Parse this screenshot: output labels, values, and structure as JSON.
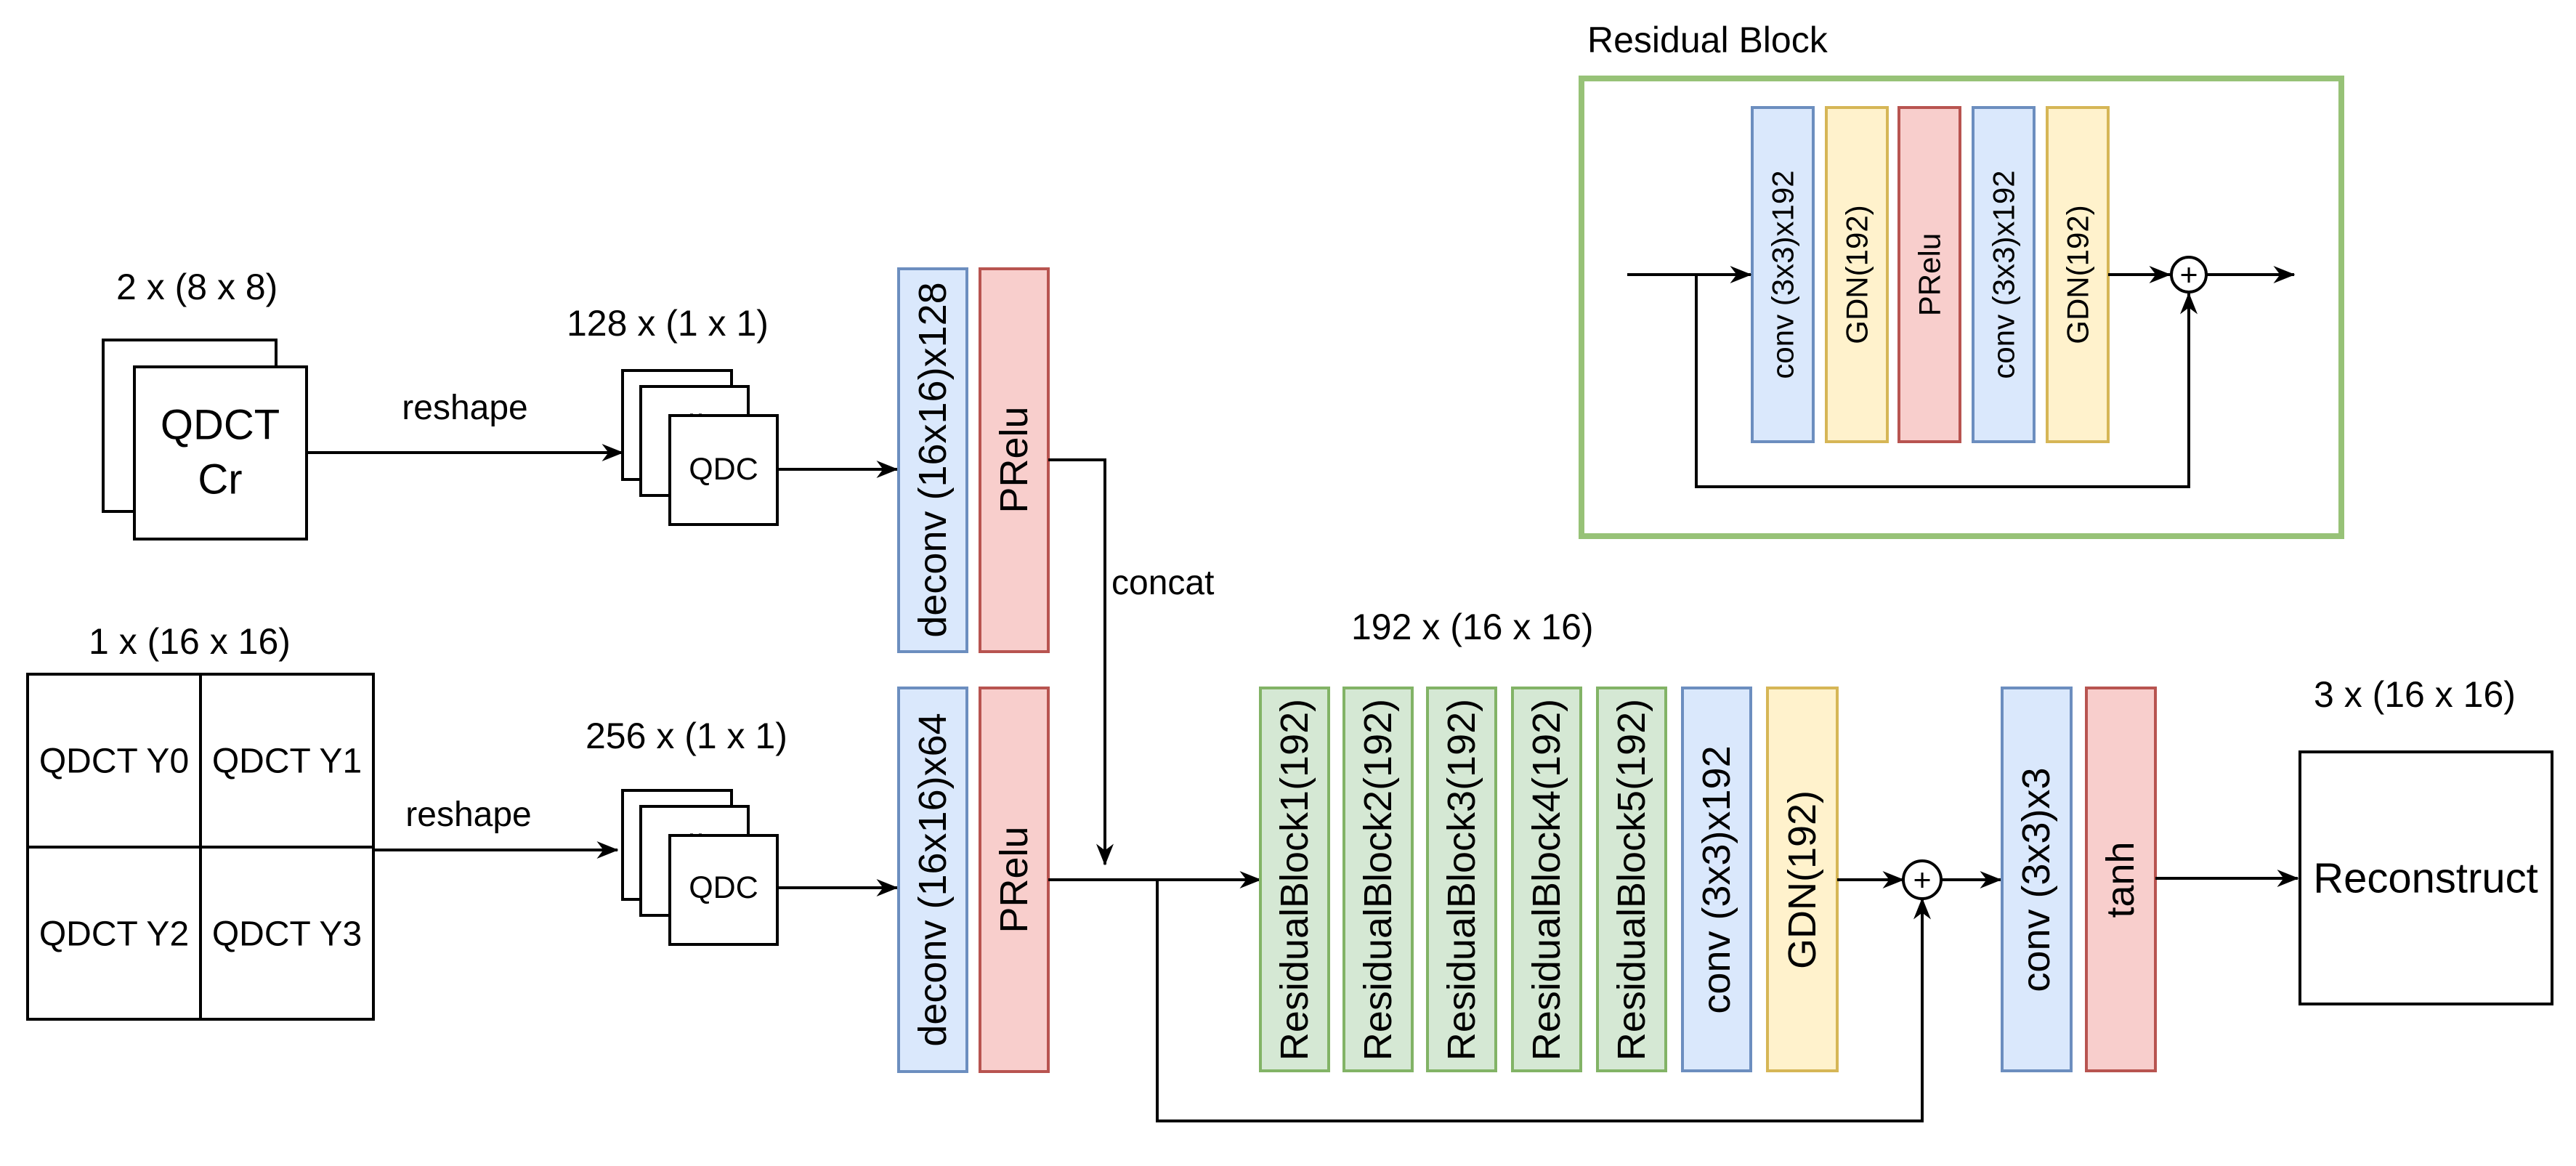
{
  "labels": {
    "in_chroma": "2 x (8 x 8)",
    "in_luma": "1 x (16 x 16)",
    "cr_shape": "128 x (1 x 1)",
    "y_shape": "256 x (1 x 1)",
    "mid_shape": "192 x (16 x 16)",
    "out_shape": "3 x (16 x 16)",
    "reshape": "reshape",
    "concat": "concat",
    "qdc": "QDC",
    "ellipsis": "..",
    "residual_block_title": "Residual Block"
  },
  "inputs": {
    "chroma_back_partial": "(",
    "chroma_front_line1": "QDCT",
    "chroma_front_line2": "Cr",
    "luma": [
      "QDCT Y0",
      "QDCT Y1",
      "QDCT Y2",
      "QDCT Y3"
    ]
  },
  "blocks": {
    "deconv_cr": "deconv (16x16)x128",
    "prelu_cr": "PRelu",
    "deconv_y": "deconv (16x16)x64",
    "prelu_y": "PRelu",
    "res1": "ResidualBlock1(192)",
    "res2": "ResidualBlock2(192)",
    "res3": "ResidualBlock3(192)",
    "res4": "ResidualBlock4(192)",
    "res5": "ResidualBlock5(192)",
    "conv192": "conv (3x3)x192",
    "gdn192": "GDN(192)",
    "conv3": "conv (3x3)x3",
    "tanh": "tanh",
    "reconstruct": "Reconstruct"
  },
  "residual_block": {
    "conv1": "conv (3x3)x192",
    "gdn1": "GDN(192)",
    "prelu": "PRelu",
    "conv2": "conv (3x3)x192",
    "gdn2": "GDN(192)"
  },
  "symbols": {
    "plus": "+"
  },
  "colors": {
    "blue_fill": "#dae8fc",
    "blue_stroke": "#6c8ebf",
    "red_fill": "#f8cecc",
    "red_stroke": "#b85450",
    "green_fill": "#d5e8d4",
    "green_stroke": "#82b366",
    "yellow_fill": "#fff2cc",
    "yellow_stroke": "#d6b656",
    "frame_stroke": "#97c277"
  }
}
